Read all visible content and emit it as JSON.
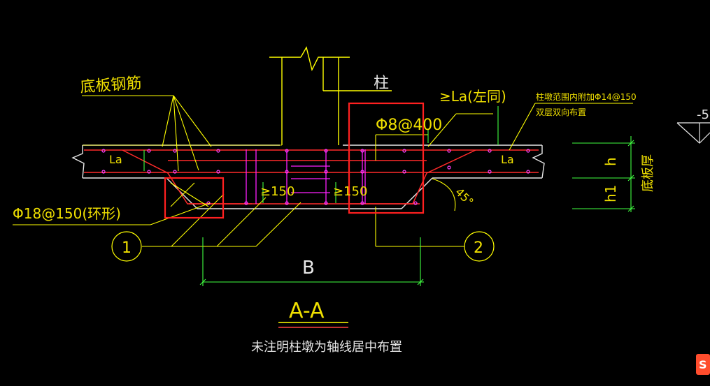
{
  "labels": {
    "bottom_slab_rebar": "底板钢筋",
    "column": "柱",
    "la_same": "≥La(左同)",
    "column_pier_note_1": "柱墩范围内附加Φ14@150",
    "column_pier_note_2": "双层双向布置",
    "stirrup": "Φ8@400",
    "ring_rebar": "Φ18@150(环形)",
    "la_left": "La",
    "la_right": "La",
    "ge150_left": "≥150",
    "ge150_right": "≥150",
    "angle": "45°",
    "h": "h",
    "h1": "h1",
    "slab_thickness": "底板厚",
    "elevation_partial": "-5",
    "axis_1": "1",
    "axis_2": "2",
    "dim_b": "B",
    "section_title": "A-A",
    "note": "未注明柱墩为轴线居中布置"
  },
  "colors": {
    "background": "#000000",
    "yellow": "#ffff00",
    "green": "#00ff00",
    "magenta": "#ff00ff",
    "red": "#ff0000",
    "white": "#ffffff",
    "cyan": "#00ffff",
    "highlight_box": "#ff2020",
    "text_yellow": "#f0e000"
  },
  "icons": {
    "watermark": "logo-icon"
  }
}
